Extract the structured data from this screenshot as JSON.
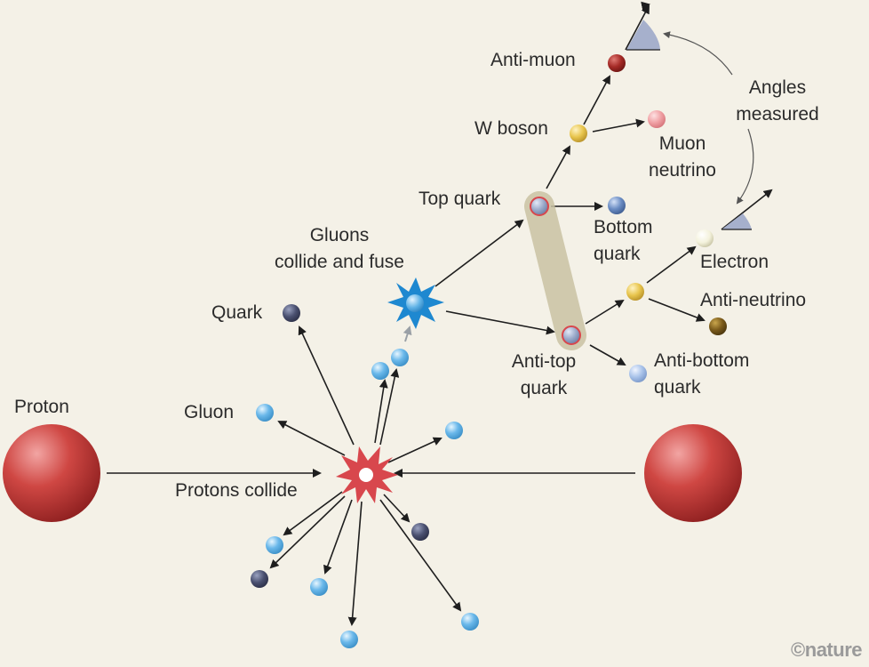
{
  "labels": {
    "proton": "Proton",
    "gluon": "Gluon",
    "quark": "Quark",
    "protons_collide": "Protons collide",
    "gluons_collide_line1": "Gluons",
    "gluons_collide_line2": "collide and fuse",
    "top_quark": "Top quark",
    "anti_top_line1": "Anti-top",
    "anti_top_line2": "quark",
    "w_boson": "W boson",
    "anti_muon": "Anti-muon",
    "muon_neutrino_line1": "Muon",
    "muon_neutrino_line2": "neutrino",
    "bottom_quark_line1": "Bottom",
    "bottom_quark_line2": "quark",
    "electron": "Electron",
    "anti_neutrino": "Anti-neutrino",
    "anti_bottom_line1": "Anti-bottom",
    "anti_bottom_line2": "quark",
    "angles_line1": "Angles",
    "angles_line2": "measured"
  },
  "credit": "©nature",
  "colors": {
    "background": "#f4f1e7",
    "proton": "#c63a3a",
    "gluon": "#6ab8ea",
    "quark_dark": "#4a5070",
    "star_collision": "#d8474d",
    "star_gluon_fusion": "#1e88d0",
    "top_quark": "#9aa9c9",
    "w_boson": "#e8c54d",
    "anti_muon": "#a52a26",
    "muon_neutrino": "#f0a0a4",
    "bottom_quark": "#6a8cc3",
    "electron": "#f4f2dc",
    "anti_neutrino": "#7a5a1a",
    "anti_bottom_quark": "#a8c2e9",
    "pair_link": "#c9c2a2",
    "angle_wedge": "#a6b0cc"
  }
}
